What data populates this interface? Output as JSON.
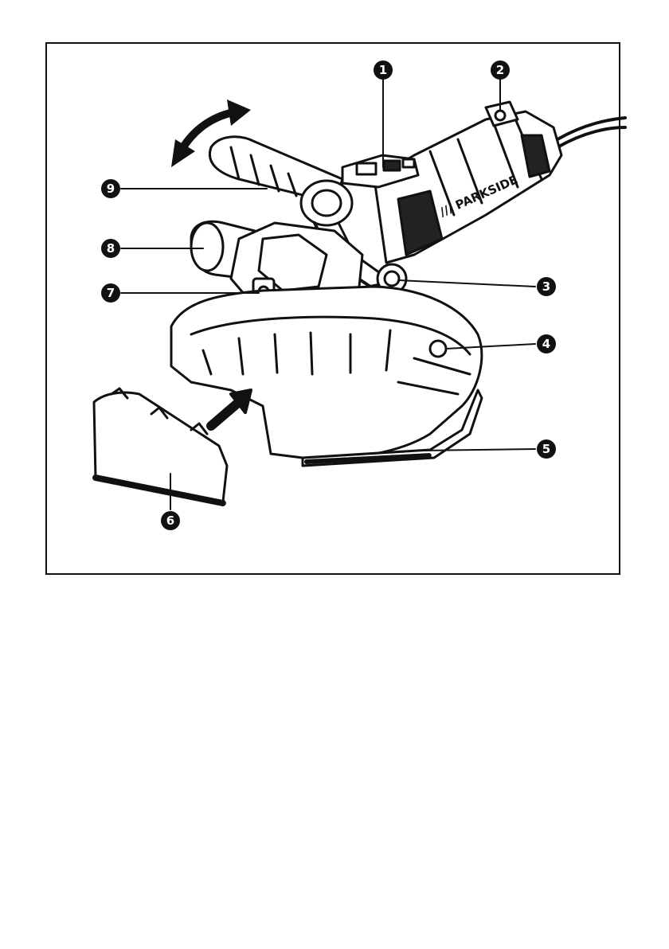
{
  "figure": {
    "brand_text": "/// PARKSIDE",
    "callouts": [
      {
        "id": "callout-1",
        "number": "1"
      },
      {
        "id": "callout-2",
        "number": "2"
      },
      {
        "id": "callout-3",
        "number": "3"
      },
      {
        "id": "callout-4",
        "number": "4"
      },
      {
        "id": "callout-5",
        "number": "5"
      },
      {
        "id": "callout-6",
        "number": "6"
      },
      {
        "id": "callout-7",
        "number": "7"
      },
      {
        "id": "callout-8",
        "number": "8"
      },
      {
        "id": "callout-9",
        "number": "9"
      }
    ]
  },
  "colors": {
    "outline": "#111111",
    "callout_fill": "#111111",
    "background": "#ffffff"
  }
}
